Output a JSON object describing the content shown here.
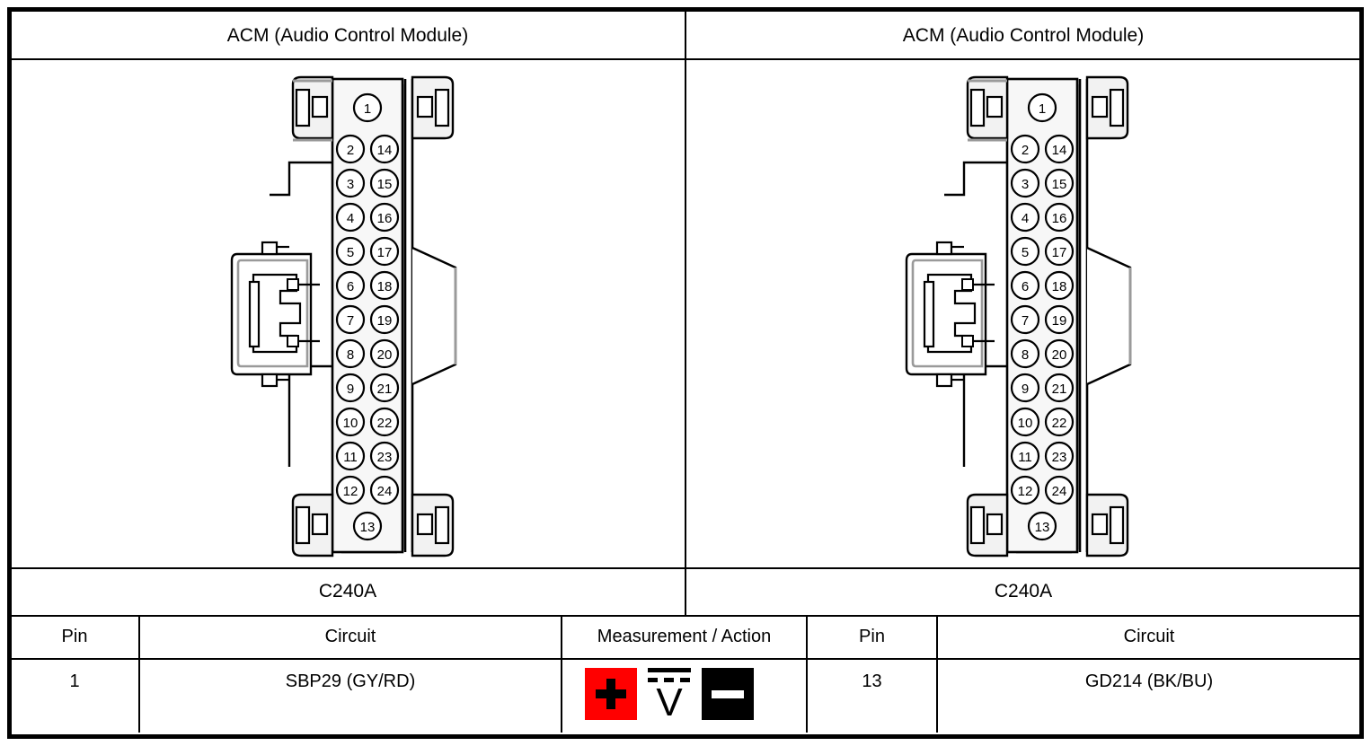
{
  "document": {
    "type": "connector-pinout-test-diagram"
  },
  "panels": [
    {
      "header": "ACM (Audio Control Module)",
      "connector_id": "C240A",
      "connector": {
        "name": "24-way-connector",
        "pin_count": 24,
        "center_top_pin": "1",
        "center_bottom_pin": "13",
        "left_column_pins": [
          "2",
          "3",
          "4",
          "5",
          "6",
          "7",
          "8",
          "9",
          "10",
          "11",
          "12"
        ],
        "right_column_pins": [
          "14",
          "15",
          "16",
          "17",
          "18",
          "19",
          "20",
          "21",
          "22",
          "23",
          "24"
        ]
      },
      "table": {
        "columns": [
          "Pin",
          "Circuit"
        ],
        "rows": [
          {
            "pin": "1",
            "circuit": "SBP29 (GY/RD)"
          }
        ]
      }
    },
    {
      "header": "ACM (Audio Control Module)",
      "connector_id": "C240A",
      "connector": {
        "name": "24-way-connector",
        "pin_count": 24,
        "center_top_pin": "1",
        "center_bottom_pin": "13",
        "left_column_pins": [
          "2",
          "3",
          "4",
          "5",
          "6",
          "7",
          "8",
          "9",
          "10",
          "11",
          "12"
        ],
        "right_column_pins": [
          "14",
          "15",
          "16",
          "17",
          "18",
          "19",
          "20",
          "21",
          "22",
          "23",
          "24"
        ]
      },
      "table": {
        "columns": [
          "Pin",
          "Circuit"
        ],
        "rows": [
          {
            "pin": "13",
            "circuit": "GD214 (BK/BU)"
          }
        ]
      }
    }
  ],
  "measurement": {
    "column_header": "Measurement / Action",
    "positive_symbol": "+",
    "negative_symbol": "−",
    "meter_symbol": "V",
    "meter_mode": "DC",
    "colors": {
      "positive_background": "#ff0000",
      "positive_foreground": "#000000",
      "negative_background": "#000000",
      "negative_foreground": "#ffffff"
    }
  }
}
